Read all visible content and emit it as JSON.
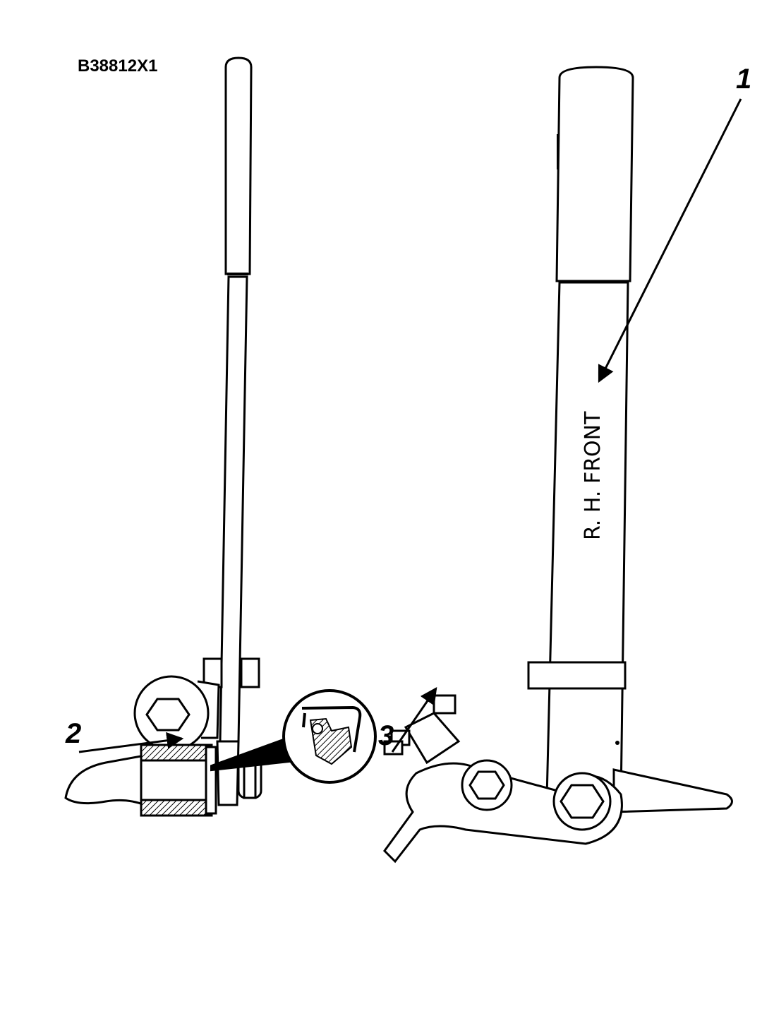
{
  "figure": {
    "reference_id": "B38812X1",
    "callouts": [
      {
        "number": "1"
      },
      {
        "number": "2"
      },
      {
        "number": "3"
      }
    ],
    "fork_tube_label": "R. H.   FRONT",
    "colors": {
      "ink": "#000000",
      "paper": "#ffffff"
    }
  }
}
